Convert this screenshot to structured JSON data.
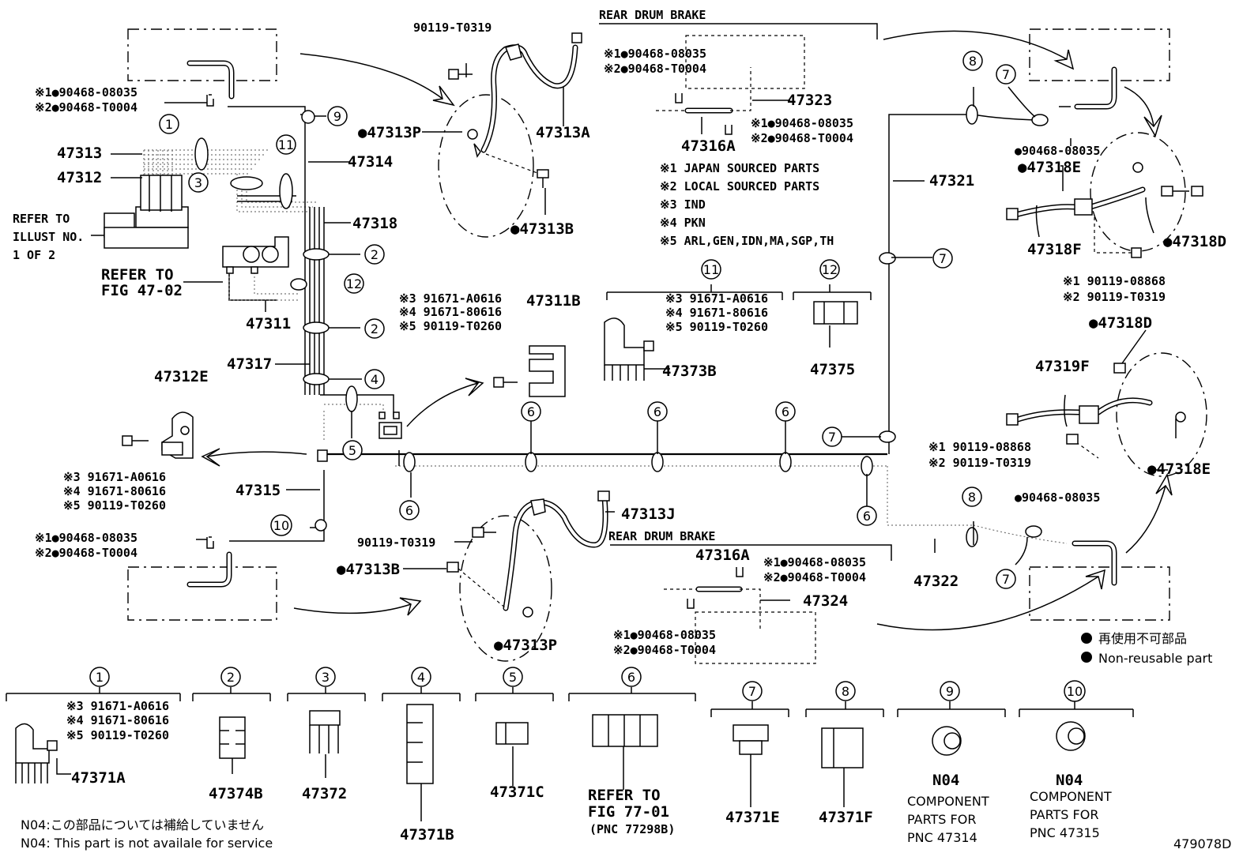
{
  "labels": {
    "rear_drum_brake_top": "REAR DRUM BRAKE",
    "rear_drum_brake_bottom": "REAR DRUM BRAKE",
    "refer_illust": [
      "REFER TO",
      "ILLUST NO.",
      "1 OF 2"
    ],
    "refer_fig_47_02": [
      "REFER TO",
      "FIG 47-02"
    ],
    "refer_fig_77_01": [
      "REFER TO",
      "FIG 77-01",
      "(PNC 77298B)"
    ],
    "n04_component_9": [
      "N04",
      "COMPONENT",
      "PARTS FOR",
      "PNC 47314"
    ],
    "n04_component_10": [
      "N04",
      "COMPONENT",
      "PARTS FOR",
      "PNC 47315"
    ],
    "notes_legend": [
      "※1 JAPAN SOURCED PARTS",
      "※2 LOCAL SOURCED PARTS",
      "※3 IND",
      "※4 PKN",
      "※5 ARL,GEN,IDN,MA,SGP,TH"
    ],
    "footnote_jp": "N04:この部品については補給していません",
    "footnote_en": "N04: This part is not availale for service",
    "nonreusable_jp": "再使用不可部品",
    "nonreusable_en": "Non-reusable part",
    "figure_id": "479078D"
  },
  "parts": {
    "p47313": "47313",
    "p47312": "47312",
    "p47314": "47314",
    "p47318": "47318",
    "p47311": "47311",
    "p47317": "47317",
    "p47315": "47315",
    "p47312E": "47312E",
    "p47313A": "47313A",
    "p47313P_top": "●47313P",
    "p47313B_top": "●47313B",
    "p90119_T0319_top": "90119-T0319",
    "p47311B": "47311B",
    "p47313J": "47313J",
    "p90119_T0319_bot": "90119-T0319",
    "p47313B_bot": "●47313B",
    "p47313P_bot": "●47313P",
    "p47323": "47323",
    "p47316A_top": "47316A",
    "p47373B": "47373B",
    "p47375": "47375",
    "p47321": "47321",
    "p47322": "47322",
    "p47316A_bot": "47316A",
    "p47324": "47324",
    "p47318E_top": "●47318E",
    "p47318F": "47318F",
    "p47318D_top": "●47318D",
    "p47318D_mid": "●47318D",
    "p47319F": "47319F",
    "p47318E_bot": "●47318E",
    "p90468_08035_r1": "●90468-08035",
    "p90468_08035_r2": "●90468-08035",
    "p47371A": "47371A",
    "p47374B": "47374B",
    "p47372": "47372",
    "p47371B": "47371B",
    "p47371C": "47371C",
    "p47371E": "47371E",
    "p47371F": "47371F"
  },
  "variant_groups": {
    "gasket_left_top": [
      "※1●90468-08035",
      "※2●90468-T0004"
    ],
    "gasket_left_bot": [
      "※1●90468-08035",
      "※2●90468-T0004"
    ],
    "gasket_center_top_a": [
      "※1●90468-08035",
      "※2●90468-T0004"
    ],
    "gasket_center_top_b": [
      "※1●90468-08035",
      "※2●90468-T0004"
    ],
    "gasket_center_bot_a": [
      "※1●90468-08035",
      "※2●90468-T0004"
    ],
    "gasket_center_bot_b": [
      "※1●90468-08035",
      "※2●90468-T0004"
    ],
    "bolt_47311B": [
      "※3 91671-A0616",
      "※4 91671-80616",
      "※5 90119-T0260"
    ],
    "bolt_47312E": [
      "※3 91671-A0616",
      "※4 91671-80616",
      "※5 90119-T0260"
    ],
    "bolt_47373B": [
      "※3 91671-A0616",
      "※4 91671-80616",
      "※5 90119-T0260"
    ],
    "bolt_47371A": [
      "※3 91671-A0616",
      "※4 91671-80616",
      "※5 90119-T0260"
    ],
    "bolt_right_top": [
      "※1 90119-08868",
      "※2 90119-T0319"
    ],
    "bolt_right_bot": [
      "※1 90119-08868",
      "※2 90119-T0319"
    ]
  },
  "callouts": {
    "c1": "1",
    "c2a": "2",
    "c2b": "2",
    "c3": "3",
    "c4": "4",
    "c5": "5",
    "c6a": "6",
    "c6b": "6",
    "c6c": "6",
    "c6d": "6",
    "c6e": "6",
    "c7a": "7",
    "c7b": "7",
    "c7c": "7",
    "c7d": "7",
    "c8a": "8",
    "c8b": "8",
    "c9": "9",
    "c10": "10",
    "c11": "11",
    "c12": "12",
    "h11": "11",
    "h12": "12",
    "b1": "1",
    "b2": "2",
    "b3": "3",
    "b4": "4",
    "b5": "5",
    "b6": "6",
    "b7": "7",
    "b8": "8",
    "b9": "9",
    "b10": "10"
  }
}
